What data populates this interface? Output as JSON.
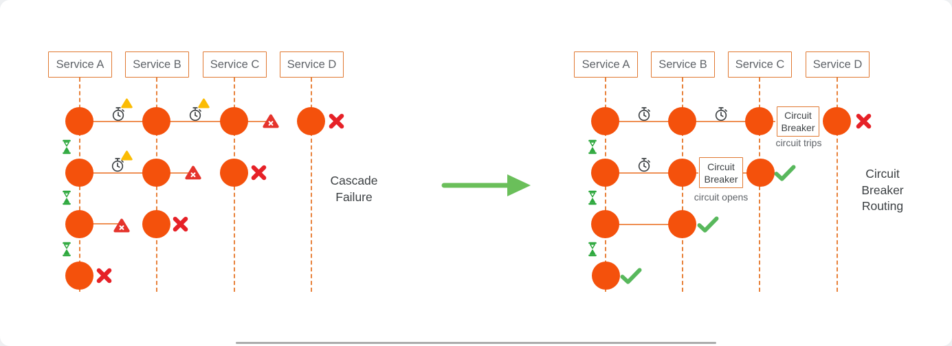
{
  "services": [
    "Service A",
    "Service B",
    "Service C",
    "Service D"
  ],
  "left_caption": "Cascade Failure",
  "right_caption": "Circuit Breaker Routing",
  "circuit_breaker": {
    "label": "Circuit Breaker",
    "trips_note": "circuit trips",
    "opens_note": "circuit opens"
  },
  "icons": {
    "timeout": "stopwatch-timer",
    "warning": "yellow-warning-triangle",
    "error": "red-error-triangle-with-x",
    "failure": "red-x-mark",
    "success": "green-check-mark",
    "waiting": "green-hourglass",
    "transition": "green-right-arrow"
  },
  "colors": {
    "node_orange": "#F4510C",
    "box_border_orange": "#E0772F",
    "dashed_line_orange": "#E8813A",
    "connector_orange": "#EF9054",
    "failure_red": "#E62127",
    "error_triangle_red": "#E5342C",
    "warning_yellow": "#FBBC04",
    "success_green": "#58B85C",
    "hourglass_green": "#2DA83D",
    "arrow_green": "#6ABF5A",
    "text_gray": "#5F6368",
    "caption_gray": "#3C4043"
  },
  "figure": {
    "left_rows": [
      {
        "circles": [
          "A",
          "B",
          "C",
          "D"
        ],
        "timer_icons": 2,
        "warning_icons": 2,
        "error_icon_after": "C",
        "failure_x_on": "D"
      },
      {
        "circles": [
          "A",
          "B",
          "C"
        ],
        "timer_icons": 1,
        "warning_icons": 1,
        "error_icon_after": "B",
        "failure_x_on": "C"
      },
      {
        "circles": [
          "A",
          "B"
        ],
        "error_icon_after": "A",
        "failure_x_on": "B"
      },
      {
        "circles": [
          "A"
        ],
        "failure_x_on": "A"
      }
    ],
    "right_rows": [
      {
        "circles": [
          "A",
          "B",
          "C",
          "D"
        ],
        "timer_icons": 2,
        "circuit_breaker_between": "C-D",
        "note": "circuit trips",
        "failure_x_on": "D"
      },
      {
        "circles": [
          "A",
          "B",
          "C"
        ],
        "timer_icons": 1,
        "circuit_breaker_between": "B-C",
        "note": "circuit opens",
        "success_check_on": "C"
      },
      {
        "circles": [
          "A",
          "B"
        ],
        "success_check_on": "B"
      },
      {
        "circles": [
          "A"
        ],
        "success_check_on": "A"
      }
    ],
    "hourglasses_per_side": 3
  }
}
